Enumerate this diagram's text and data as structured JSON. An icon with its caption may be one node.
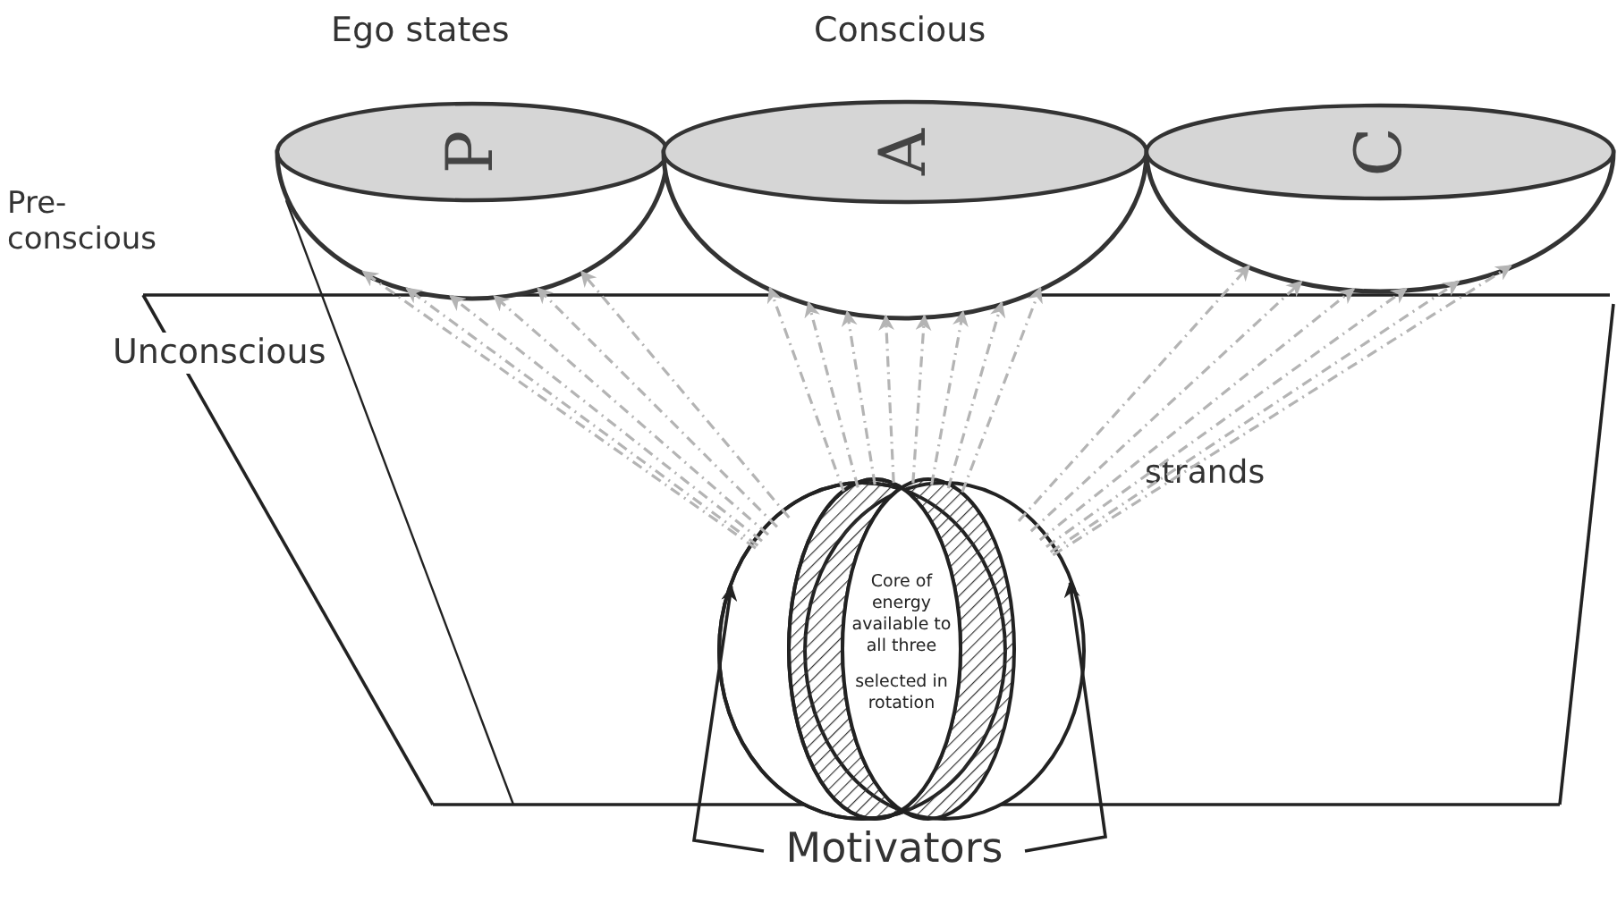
{
  "diagram": {
    "nodes": [
      {
        "text": [
          "P"
        ]
      },
      {
        "text": [
          "A"
        ]
      },
      {
        "text": [
          "C"
        ]
      },
      {
        "text": [
          "Core of energy available to all three",
          "selected in rotation"
        ]
      },
      {
        "text": [
          "Motivators"
        ]
      }
    ],
    "edges": [
      {
        "from": 3,
        "to": 0,
        "arrow": "to",
        "style": "dashed",
        "color": "#b4b4b4"
      },
      {
        "from": 3,
        "to": 0,
        "arrow": "to",
        "style": "dashed",
        "color": "#b4b4b4"
      },
      {
        "from": 3,
        "to": 0,
        "arrow": "to",
        "style": "dashed",
        "color": "#b4b4b4"
      },
      {
        "from": 3,
        "to": 0,
        "arrow": "to",
        "style": "dashed",
        "color": "#b4b4b4"
      },
      {
        "from": 3,
        "to": 0,
        "arrow": "to",
        "style": "dashed",
        "color": "#b4b4b4"
      },
      {
        "from": 3,
        "to": 0,
        "arrow": "to",
        "style": "dashed",
        "color": "#b4b4b4"
      },
      {
        "from": 3,
        "to": 1,
        "arrow": "to",
        "style": "dashed",
        "color": "#b4b4b4"
      },
      {
        "from": 3,
        "to": 1,
        "arrow": "to",
        "style": "dashed",
        "color": "#b4b4b4"
      },
      {
        "from": 3,
        "to": 1,
        "arrow": "to",
        "style": "dashed",
        "color": "#b4b4b4"
      },
      {
        "from": 3,
        "to": 1,
        "arrow": "to",
        "style": "dashed",
        "color": "#b4b4b4"
      },
      {
        "from": 3,
        "to": 1,
        "arrow": "to",
        "style": "dashed",
        "color": "#b4b4b4"
      },
      {
        "from": 3,
        "to": 1,
        "arrow": "to",
        "style": "dashed",
        "color": "#b4b4b4"
      },
      {
        "from": 3,
        "to": 1,
        "arrow": "to",
        "style": "dashed",
        "color": "#b4b4b4"
      },
      {
        "from": 3,
        "to": 1,
        "arrow": "to",
        "style": "dashed",
        "color": "#b4b4b4"
      },
      {
        "from": 3,
        "to": 2,
        "arrow": "to",
        "style": "dashed",
        "color": "#b4b4b4"
      },
      {
        "from": 3,
        "to": 2,
        "arrow": "to",
        "style": "dashed",
        "color": "#b4b4b4"
      },
      {
        "from": 3,
        "to": 2,
        "arrow": "to",
        "style": "dashed",
        "color": "#b4b4b4"
      },
      {
        "from": 3,
        "to": 2,
        "arrow": "to",
        "style": "dashed",
        "color": "#b4b4b4"
      },
      {
        "from": 3,
        "to": 2,
        "arrow": "to",
        "style": "dashed",
        "color": "#b4b4b4"
      },
      {
        "from": 3,
        "to": 2,
        "arrow": "to",
        "style": "dashed",
        "color": "#b4b4b4"
      },
      {
        "from": 4,
        "to": 3,
        "arrow": "to",
        "color": "#222222"
      },
      {
        "from": 4,
        "to": 3,
        "arrow": "to",
        "color": "#222222"
      }
    ],
    "labels": [
      "Ego states",
      "Conscious",
      "Pre-conscious",
      "Unconscious",
      "strands"
    ]
  }
}
